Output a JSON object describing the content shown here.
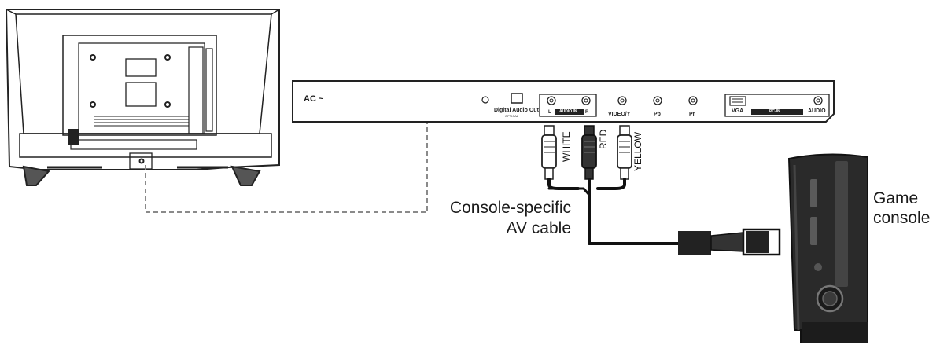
{
  "panel": {
    "ac_label": "AC ~",
    "ports": {
      "digital_audio_out": "Digital Audio Out",
      "optical": "OPTICAL",
      "audio_in": "AUDIO IN",
      "left": "L",
      "right": "R",
      "video_y": "VIDEO/Y",
      "pb": "Pb",
      "pr": "Pr",
      "vga": "VGA",
      "pc_in": "PC-IN",
      "audio": "AUDIO"
    }
  },
  "plugs": {
    "white": "WHITE",
    "red": "RED",
    "yellow": "YELLOW"
  },
  "cable_label": {
    "line1": "Console-specific",
    "line2": "AV cable"
  },
  "console_label": {
    "line1": "Game",
    "line2": "console"
  }
}
